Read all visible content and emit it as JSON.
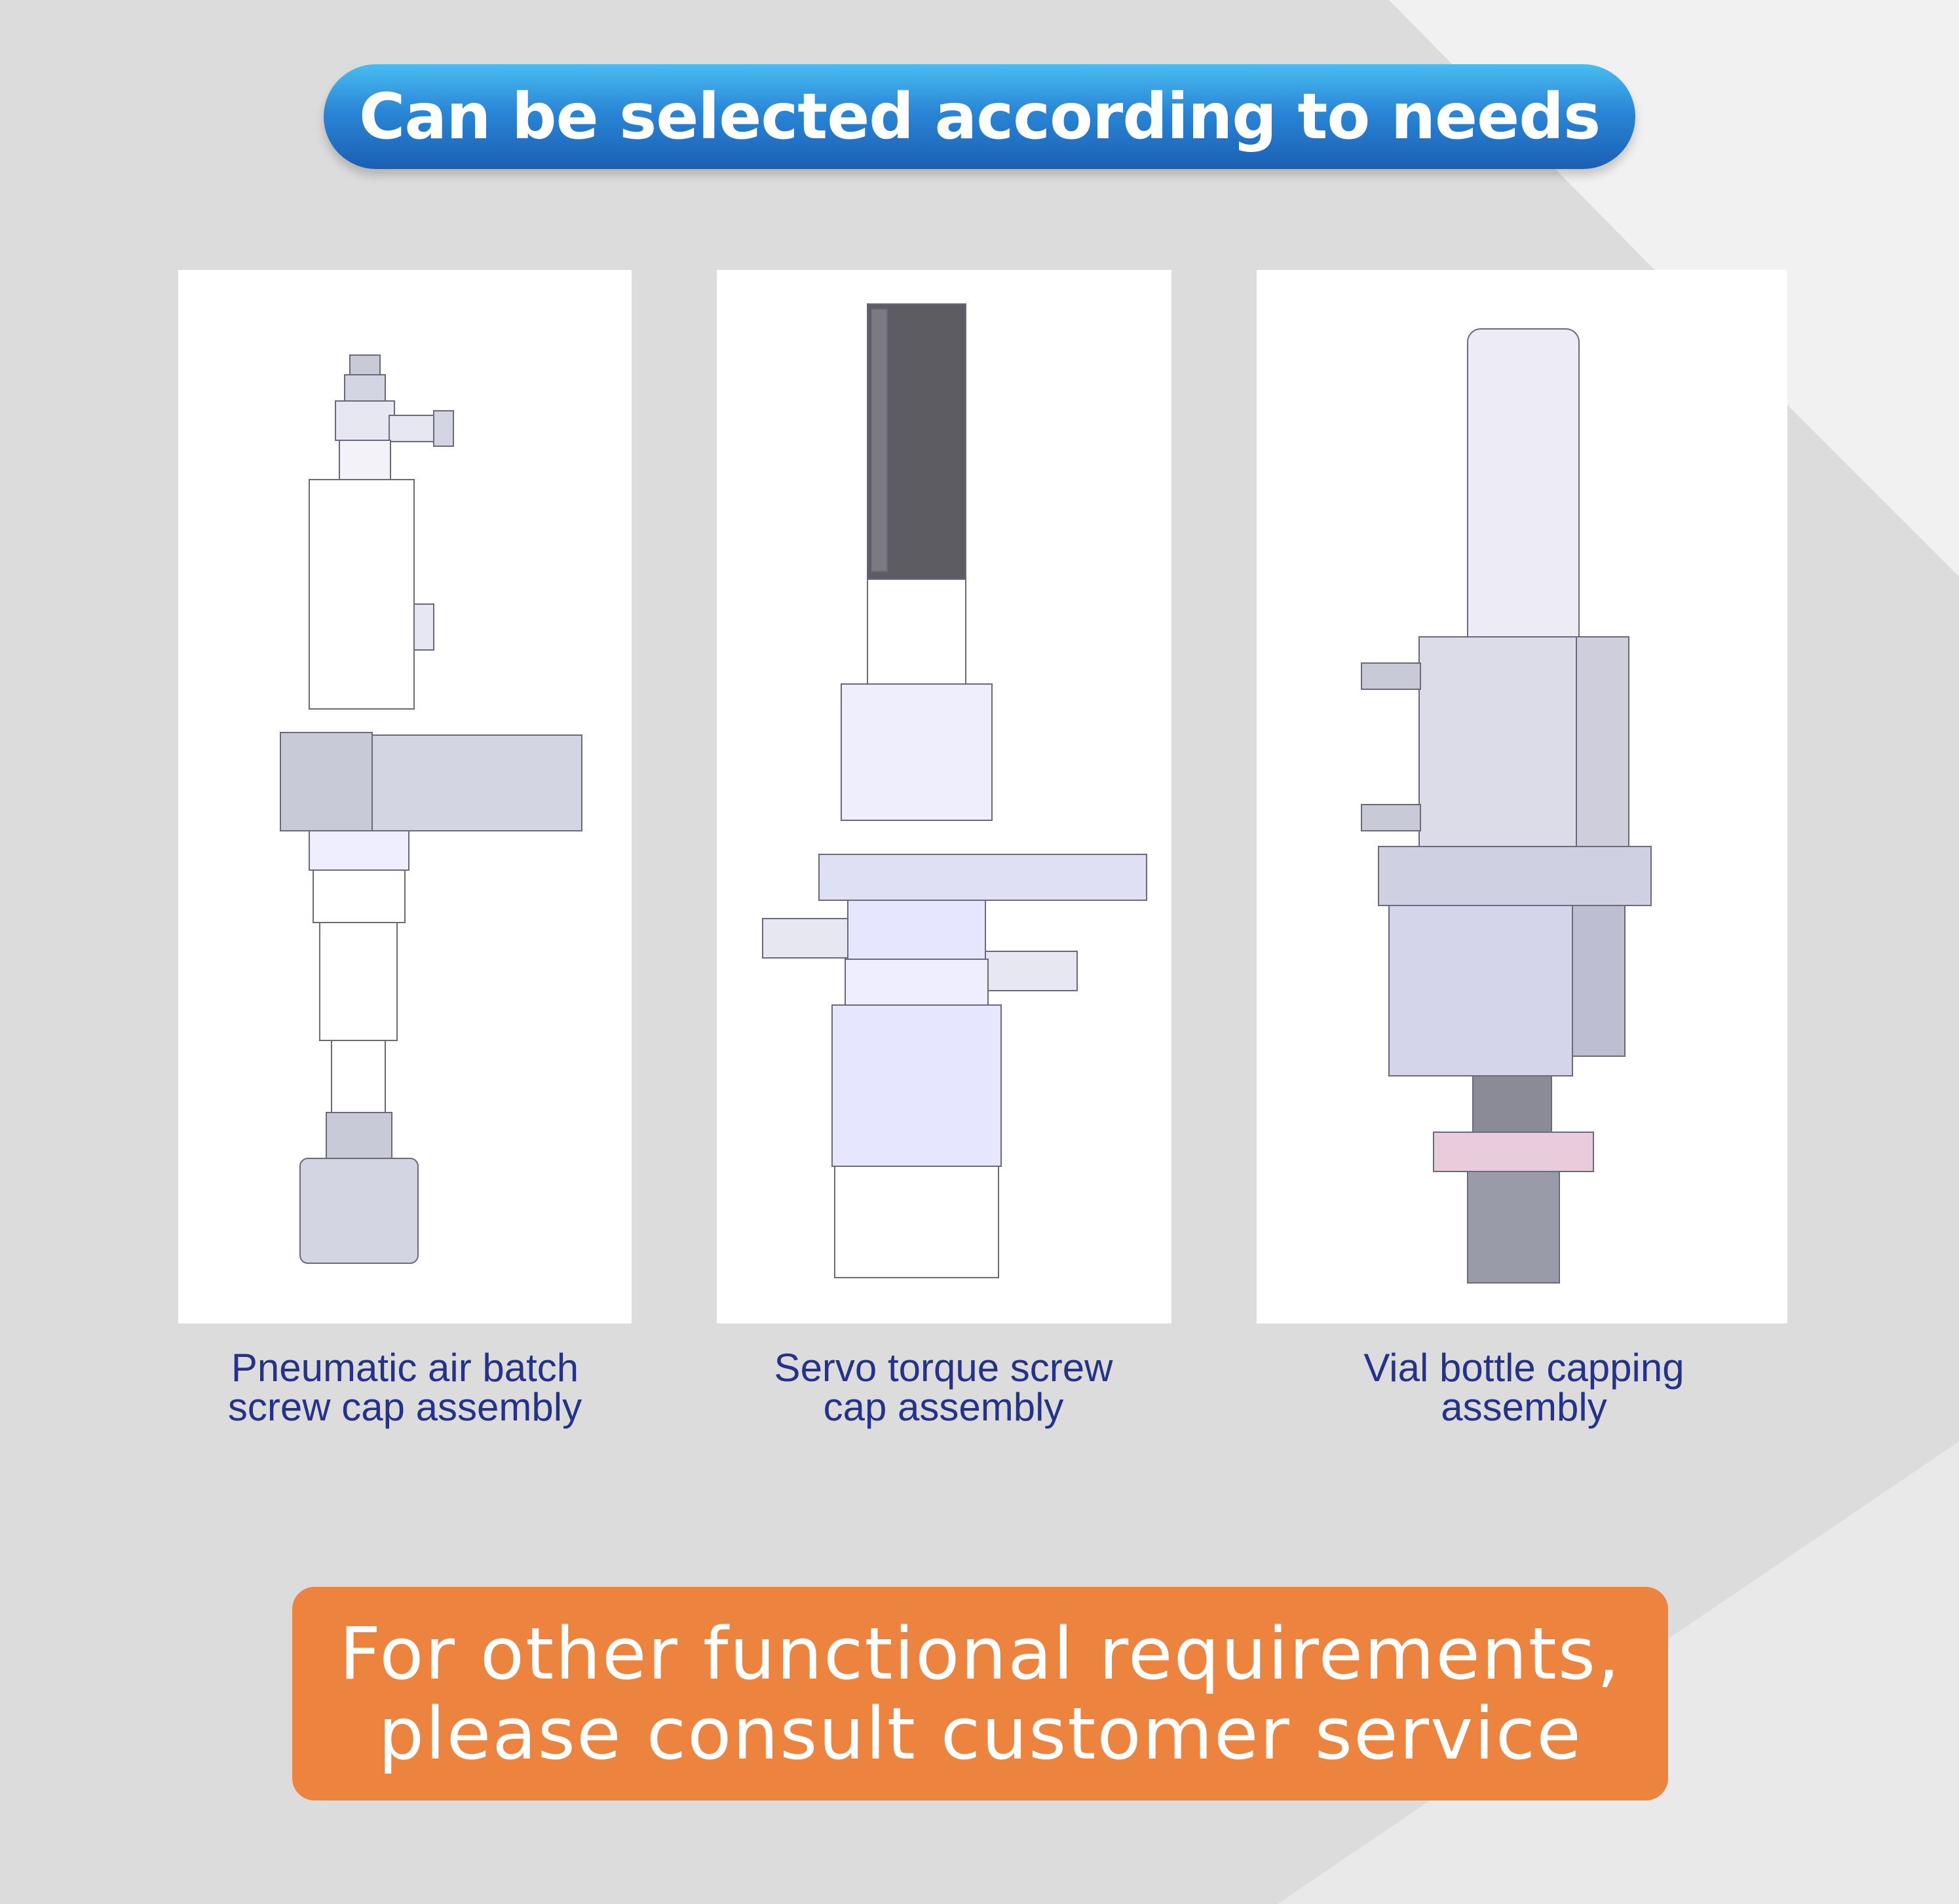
{
  "header": {
    "title": "Can be selected according to needs"
  },
  "products": [
    {
      "image_icon": "pneumatic-screw-cap-assembly-drawing",
      "caption_lines": [
        "Pneumatic air batch",
        "screw cap assembly"
      ]
    },
    {
      "image_icon": "servo-torque-screw-cap-assembly-drawing",
      "caption_lines": [
        "Servo torque screw",
        "cap assembly"
      ]
    },
    {
      "image_icon": "vial-bottle-capping-assembly-drawing",
      "caption_lines": [
        "Vial bottle capping",
        "assembly"
      ]
    }
  ],
  "footer": {
    "lines": [
      "For other functional requirements,",
      "please consult customer service"
    ]
  },
  "colors": {
    "header_gradient_top": "#49bdf1",
    "header_gradient_bottom": "#1a5fb4",
    "caption_text": "#24328a",
    "footer_background": "#ec8440",
    "background": "#dcdcdc"
  }
}
